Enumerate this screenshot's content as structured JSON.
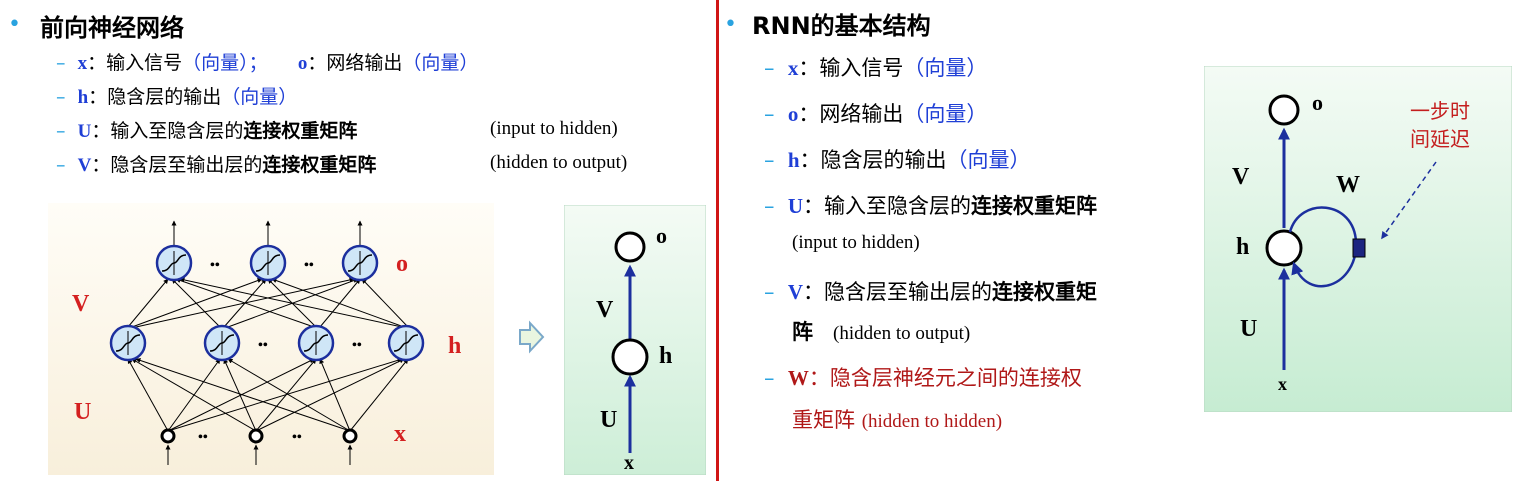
{
  "left": {
    "title": "前向神经网络",
    "items": [
      {
        "var": "x",
        "sep": "：",
        "desc": "输入信号",
        "paren": "（向量）",
        "tail": "；",
        "var2": "o",
        "sep2": "：",
        "desc2": "网络输出",
        "paren2": "（向量）"
      },
      {
        "var": "h",
        "sep": "：",
        "desc": "隐含层的输出",
        "paren": "（向量）"
      },
      {
        "var": "U",
        "sep": "：",
        "desc": "输入至隐含层的",
        "bold": "连接权重矩阵",
        "en": "(input to hidden)"
      },
      {
        "var": "V",
        "sep": "：",
        "desc": "隐含层至输出层的",
        "bold": "连接权重矩阵",
        "en": "(hidden to output)"
      }
    ],
    "net_labels": {
      "V": "V",
      "U": "U",
      "o": "o",
      "h": "h",
      "x": "x",
      "dots": "••"
    },
    "small_labels": {
      "o": "o",
      "V": "V",
      "h": "h",
      "U": "U",
      "x": "x"
    }
  },
  "right": {
    "title": "RNN的基本结构",
    "items": [
      {
        "var": "x",
        "sep": "：",
        "desc": "输入信号",
        "paren": "（向量）"
      },
      {
        "var": "o",
        "sep": "：",
        "desc": "网络输出",
        "paren": "（向量）"
      },
      {
        "var": "h",
        "sep": "：",
        "desc": "隐含层的输出",
        "paren": "（向量）"
      },
      {
        "var": "U",
        "sep": "：",
        "desc": "输入至隐含层的",
        "bold": "连接权重矩阵",
        "en": "(input to hidden)"
      },
      {
        "var": "V",
        "sep": "：",
        "desc": "隐含层至输出层的",
        "bold": "连接权重矩",
        "bold2": "阵",
        "en": "(hidden to output)"
      },
      {
        "var": "W",
        "sep": "：",
        "desc": "隐含层神经元之间的连接权",
        "desc2": "重矩阵",
        "en": "(hidden to hidden)"
      }
    ],
    "rnn_labels": {
      "o": "o",
      "V": "V",
      "W": "W",
      "h": "h",
      "U": "U",
      "x": "x",
      "delay_line1": "一步时",
      "delay_line2": "间延迟"
    }
  },
  "colors": {
    "bullet": "#2aa3e0",
    "var_blue": "#1f3fd6",
    "paren_blue": "#1f3fd6",
    "red": "#d42020",
    "divider": "#d01515",
    "panel_green": "#d8f3df"
  }
}
